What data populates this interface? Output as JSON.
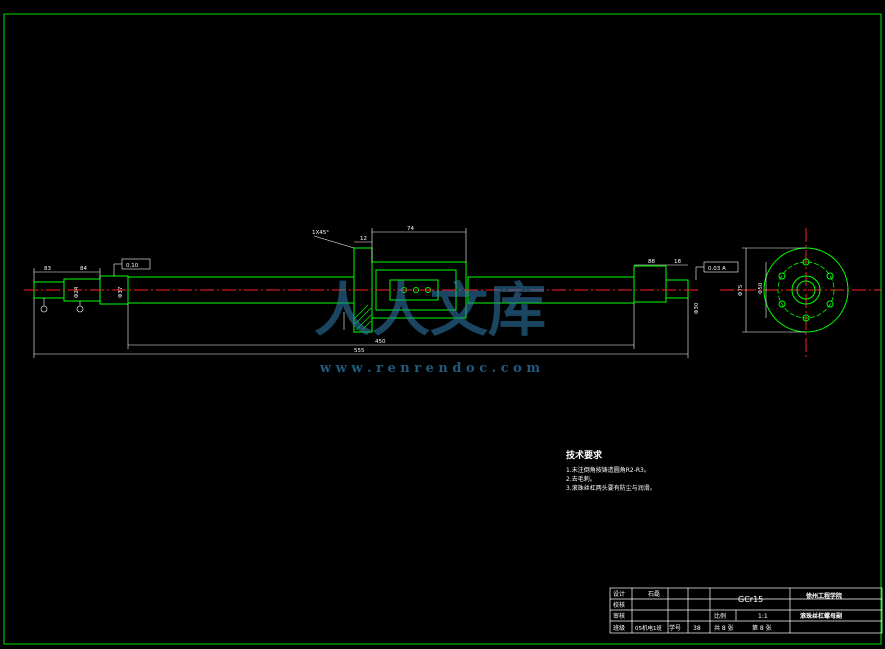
{
  "colors": {
    "background": "#000000",
    "frame": "#00e000",
    "part": "#00ff00",
    "centerline": "#ff2020",
    "dimension": "#ffffff",
    "title_block": "#ffffff",
    "watermark": "#2f7fb0"
  },
  "dimensions": {
    "d83": "83",
    "d84": "84",
    "d74": "74",
    "d450": "450",
    "d_total": "555",
    "d88": "88",
    "d18": "18",
    "chamfer": "1X45°",
    "phi_left": "Φ24",
    "phi_mid": "Φ37",
    "phi_right": "Φ30",
    "d_top": "12",
    "flange_od": "Φ75",
    "flange_pcd": "Φ50",
    "ref_left": "0.10",
    "ref_right": "0.03 A"
  },
  "watermark": {
    "text": "人人文库",
    "url": "w w w . r e n r e n d o c . c o m"
  },
  "notes": {
    "title": "技术要求",
    "lines": [
      "1.未注倒角按铸造圆角R2-R3。",
      "2.去毛刺。",
      "3.滚珠丝杠两头要有防尘与润滑。"
    ]
  },
  "title_block": {
    "designer_label": "设计",
    "designer_value": "石磊",
    "checker_label": "校核",
    "audit_label": "审核",
    "class_label": "班级",
    "class_value": "05机电1班",
    "student_no_label": "学号",
    "student_no_value": "38",
    "material": "GCr15",
    "scale_label": "比例",
    "scale_value": "1:1",
    "school": "徐州工程学院",
    "drawing_name": "滚珠丝杠螺母副",
    "sheets": "共 8 张",
    "sheet_no": "第 8 张"
  }
}
